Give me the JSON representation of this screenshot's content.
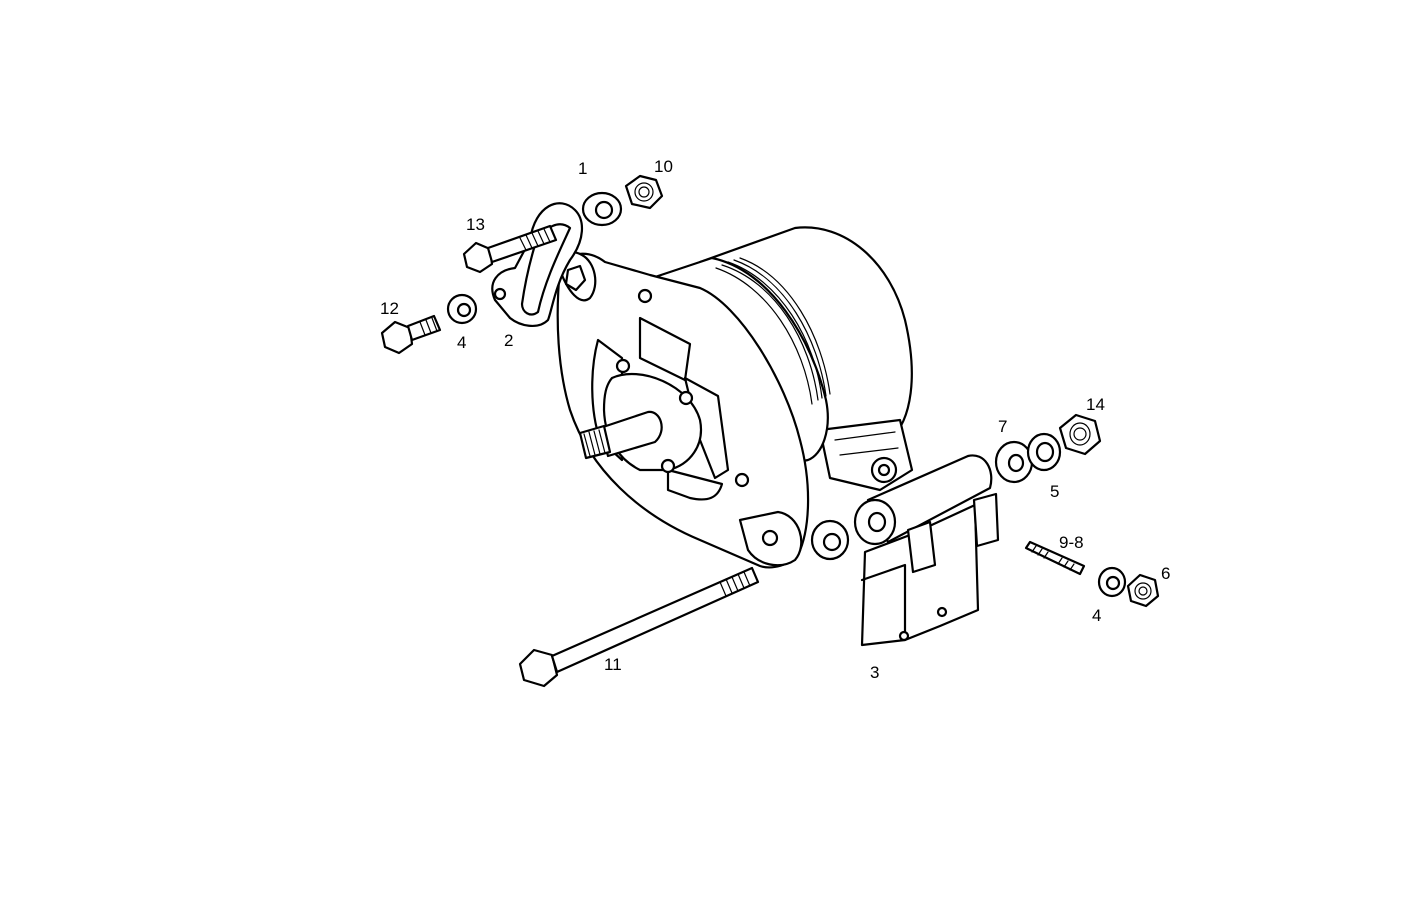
{
  "callouts": {
    "c1": "1",
    "c10": "10",
    "c13": "13",
    "c12": "12",
    "c4a": "4",
    "c2": "2",
    "c7": "7",
    "c14": "14",
    "c5": "5",
    "c9_8": "9-8",
    "c6": "6",
    "c4b": "4",
    "c11": "11",
    "c3": "3"
  },
  "colors": {
    "ink": "#000000",
    "paper": "#ffffff"
  }
}
